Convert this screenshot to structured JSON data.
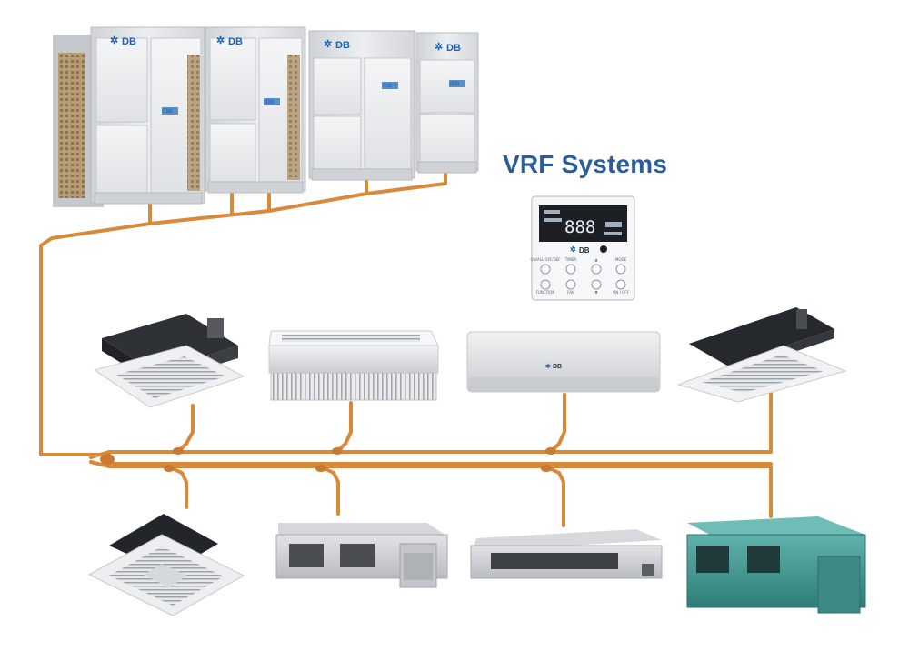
{
  "title": "VRF Systems",
  "brand": "DB",
  "outdoor_badge": "IDB",
  "controller": {
    "lcd_digits": "888",
    "buttons": [
      "ON/ALL OFF/DEF",
      "TIMER",
      "▲",
      "MODE",
      "FUNCTION",
      "FAN",
      "▼",
      "ON / OFF"
    ]
  },
  "colors": {
    "pipe": "#d9893a",
    "title": "#2b5d9e",
    "outdoor": "#e4e6e8",
    "cassette_dark": "#2c2f33",
    "teal_duct": "#3f8f8a"
  },
  "icons": {
    "brand_logo": "db-logo-icon",
    "outdoor_unit": "vrf-outdoor-unit-icon"
  }
}
